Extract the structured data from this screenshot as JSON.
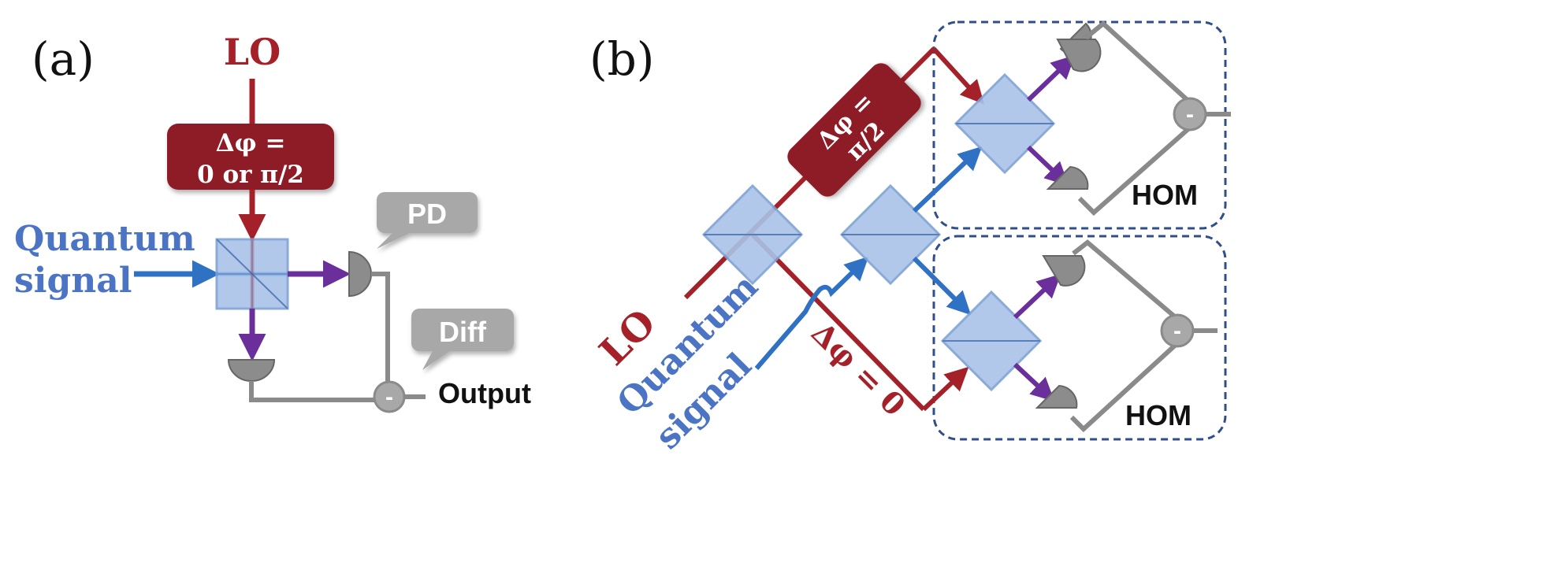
{
  "panel_a": {
    "label": "(a)",
    "lo_label": "LO",
    "phase_line1": "Δφ =",
    "phase_line2": "0 or π/2",
    "signal_line1": "Quantum",
    "signal_line2": "signal",
    "pd_callout": "PD",
    "diff_callout": "Diff",
    "diff_symbol": "-",
    "output_label": "Output"
  },
  "panel_b": {
    "label": "(b)",
    "lo_label": "LO",
    "phase_top_line1": "Δφ =",
    "phase_top_line2": "π/2",
    "phase_bottom": "Δφ = 0",
    "signal_line1": "Quantum",
    "signal_line2": "signal",
    "hom_top": "HOM",
    "hom_bottom": "HOM",
    "diff_symbol_top": "-",
    "diff_symbol_bottom": "-"
  },
  "colors": {
    "lo": "#a5212a",
    "lo_box": "#8e1f27",
    "signal": "#2f72c4",
    "signal_text": "#4c74c4",
    "output_beam": "#6a2f9a",
    "detector": "#8c8c8c",
    "wire": "#8a8a8a",
    "splitter": "#a9c3e8",
    "callout": "#a8a8a8",
    "hom_border": "#2f4f8a"
  }
}
